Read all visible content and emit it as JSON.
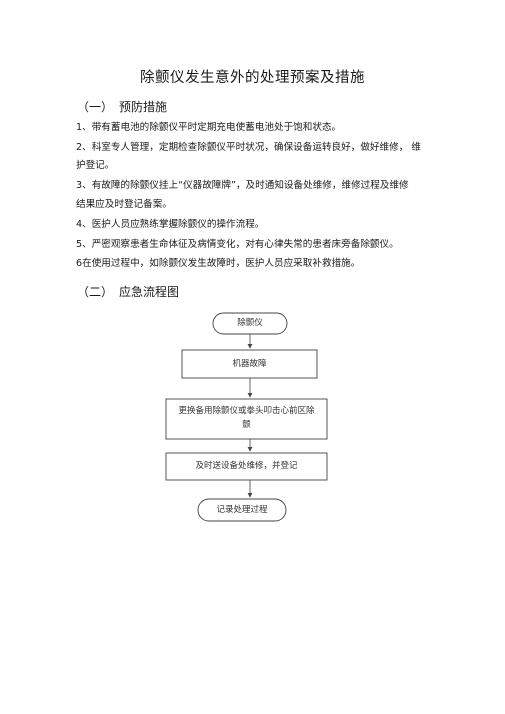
{
  "title": "除颤仪发生意外的处理预案及措施",
  "section1": {
    "num": "（一）",
    "heading": "预防措施",
    "lines": [
      "1、带有蓄电池的除颤仪平时定期充电使蓄电池处于饱和状态。",
      "2、科室专人管理，定期检查除颤仪平时状况，确保设备运转良好，做好维修，  维",
      "护登记。",
      "3、有故障的除颤仪挂上“仪器故障牌”，及时通知设备处维修，维修过程及维修",
      "结果应及时登记备案。",
      "4、医护人员应熟练掌握除颤仪的操作流程。",
      "5、严密观察患者生命体征及病情变化，对有心律失常的患者床旁备除颤仪。",
      "6在使用过程中，如除颤仪发生故障时，医护人员应采取补救措施。"
    ]
  },
  "section2": {
    "num": "（二）",
    "heading": "应急流程图"
  },
  "flow": {
    "start": "除颤仪",
    "step1": "机器故障",
    "step2_line1": "更换备用除颤仪或拳头叩击心前区除",
    "step2_line2": "颤",
    "step3": "及时送设备处维修，并登记",
    "end": "记录处理过程"
  }
}
